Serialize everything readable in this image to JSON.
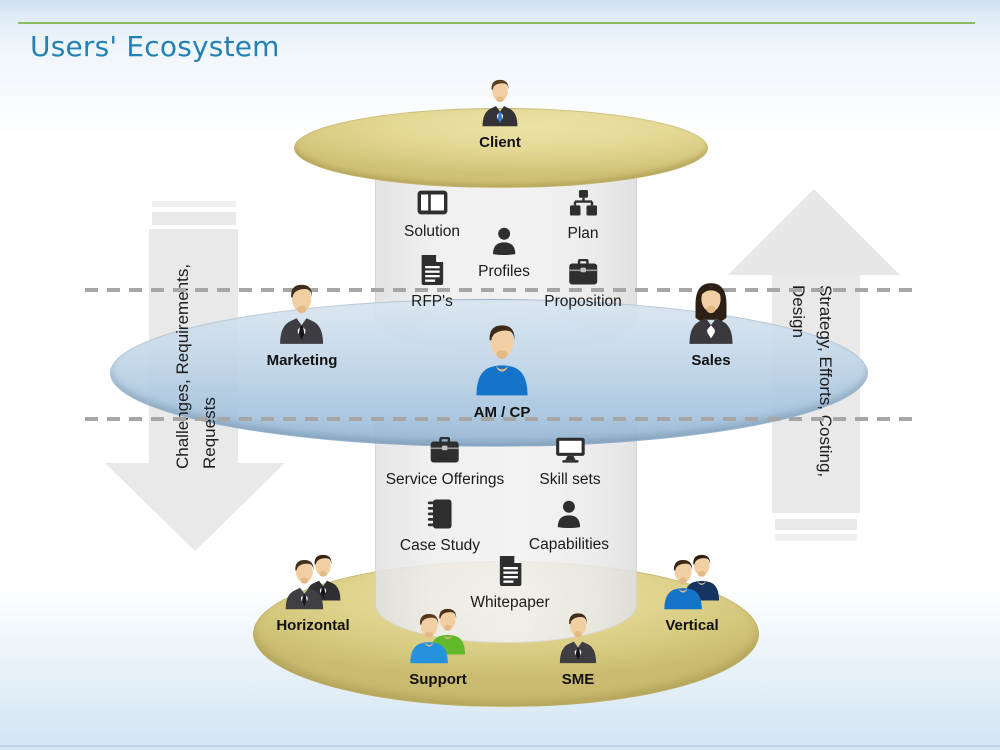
{
  "title": "Users' Ecosystem",
  "left_arrow": {
    "direction": "down",
    "lines": [
      "Challenges, Requirements,",
      "Requests"
    ]
  },
  "right_arrow": {
    "direction": "up",
    "lines": [
      "Strategy, Efforts, Costing,",
      "Design"
    ]
  },
  "upper_cylinder": {
    "items": [
      {
        "label": "Solution",
        "icon": "window-icon"
      },
      {
        "label": "Plan",
        "icon": "org-chart-icon"
      },
      {
        "label": "Profiles",
        "icon": "user-silhouette-icon"
      },
      {
        "label": "RFP's",
        "icon": "document-icon"
      },
      {
        "label": "Proposition",
        "icon": "briefcase-icon"
      }
    ]
  },
  "lower_cylinder": {
    "items": [
      {
        "label": "Service Offerings",
        "icon": "briefcase-icon"
      },
      {
        "label": "Skill sets",
        "icon": "monitor-icon"
      },
      {
        "label": "Case Study",
        "icon": "notebook-icon"
      },
      {
        "label": "Capabilities",
        "icon": "user-silhouette-icon"
      },
      {
        "label": "Whitepaper",
        "icon": "document-icon"
      }
    ]
  },
  "people": {
    "client": {
      "label": "Client",
      "type": "business-man-blue-tie"
    },
    "marketing": {
      "label": "Marketing",
      "type": "business-man"
    },
    "sales": {
      "label": "Sales",
      "type": "business-woman"
    },
    "amcp": {
      "label": "AM / CP",
      "type": "blue-shirt-man"
    },
    "horizontal": {
      "label": "Horizontal",
      "type": "business-men-pair"
    },
    "vertical": {
      "label": "Vertical",
      "type": "blue-shirts-pair"
    },
    "support": {
      "label": "Support",
      "type": "casual-pair"
    },
    "sme": {
      "label": "SME",
      "type": "business-man"
    }
  },
  "colors": {
    "title_text": "#2581b4",
    "divider_green": "#86c05e",
    "top_ellipse": "#ddd189",
    "middle_ellipse": "#aac6de",
    "bottom_ellipse": "#d9cc82",
    "arrow_fill": "#e9e9e9",
    "dashed_line": "#a6a6a6",
    "icon_fill": "#2e2e2e"
  }
}
